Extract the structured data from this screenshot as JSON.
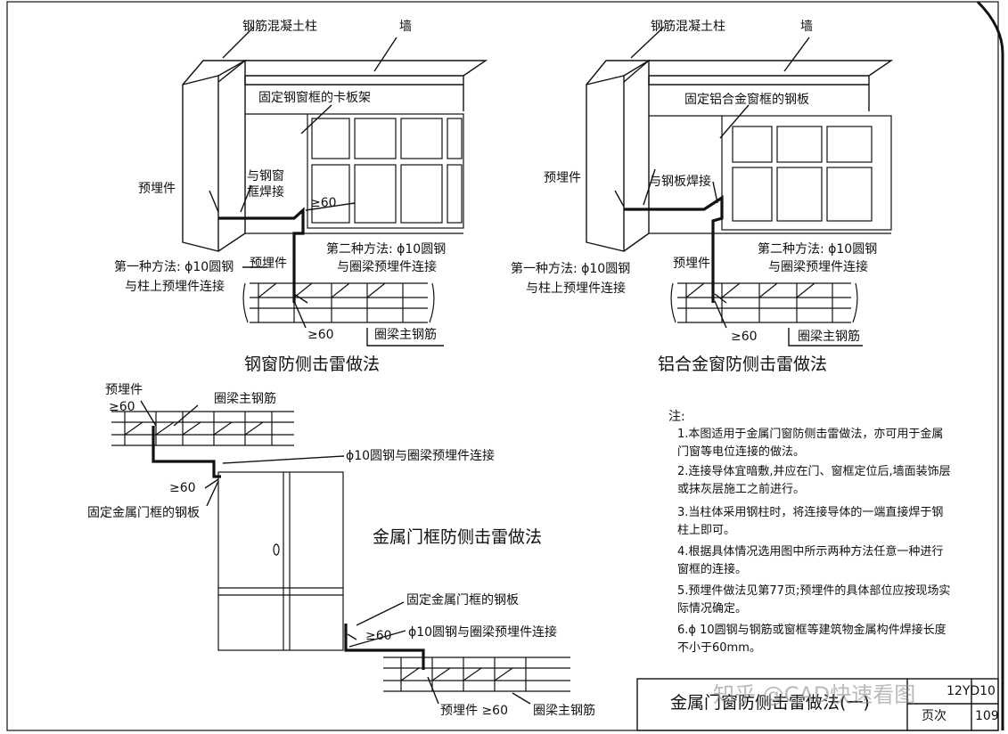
{
  "diagram_a": {
    "label_column": "钢筋混凝土柱",
    "label_wall": "墙",
    "label_clamp": "固定钢窗框的卡板架",
    "label_embed": "预埋件",
    "label_weld_frame_1": "与钢窗",
    "label_weld_frame_2": "框焊接",
    "label_ge60_top": "≥60",
    "label_method2_1": "第二种方法: ϕ10圆钢",
    "label_method2_2": "与圈梁预埋件连接",
    "label_method1_1": "第一种方法: ϕ10圆钢",
    "label_method1_2": "与柱上预埋件连接",
    "label_embed_2": "预埋件",
    "label_ge60_bottom": "≥60",
    "label_rebar": "圈梁主钢筋",
    "title": "钢窗防侧击雷做法"
  },
  "diagram_b": {
    "label_column": "钢筋混凝土柱",
    "label_wall": "墙",
    "label_plate": "固定铝合金窗框的钢板",
    "label_embed": "预埋件",
    "label_weld_plate": "与钢板焊接",
    "label_method2_1": "第二种方法: ϕ10圆钢",
    "label_method2_2": "与圈梁预埋件连接",
    "label_method1_1": "第一种方法: ϕ10圆钢",
    "label_method1_2": "与柱上预埋件连接",
    "label_embed_2": "预埋件",
    "label_ge60": "≥60",
    "label_rebar": "圈梁主钢筋",
    "title": "铝合金窗防侧击雷做法"
  },
  "diagram_c": {
    "label_embed": "预埋件",
    "label_ge60_1": "≥60",
    "label_rebar": "圈梁主钢筋",
    "label_connect_top": "ϕ10圆钢与圈梁预埋件连接",
    "label_ge60_2": "≥60",
    "label_plate_left": "固定金属门框的钢板",
    "title": "金属门框防侧击雷做法",
    "label_plate_right": "固定金属门框的钢板",
    "label_ge60_3": "≥60",
    "label_connect_bottom": "ϕ10圆钢与圈梁预埋件连接",
    "label_embed_bottom": "预埋件 ≥60",
    "label_rebar_bottom": "圈梁主钢筋"
  },
  "notes": {
    "heading": "注:",
    "items": [
      "1.本图适用于金属门窗防侧击雷做法，亦可用于金属门窗等电位连接的做法。",
      "2.连接导体宜暗敷,并应在门、窗框定位后,墙面装饰层或抹灰层施工之前进行。",
      "3.当柱体采用钢柱时，将连接导体的一端直接焊于钢柱上即可。",
      "4.根据具体情况选用图中所示两种方法任意一种进行窗框的连接。",
      "5.预埋件做法见第77页;预埋件的具体部位应按现场实际情况确定。",
      "6.ϕ 10圆钢与钢筋或窗框等建筑物金属构件焊接长度不小于60mm。"
    ]
  },
  "title_block": {
    "sheet_title": "金属门窗防侧击雷做法(一)",
    "page_label": "页次",
    "page_number": "109",
    "atlas_code": "12YD10"
  },
  "watermark": "知乎 @CAD快速看图",
  "colors": {
    "ink": "#111111",
    "paper": "#ffffff"
  }
}
